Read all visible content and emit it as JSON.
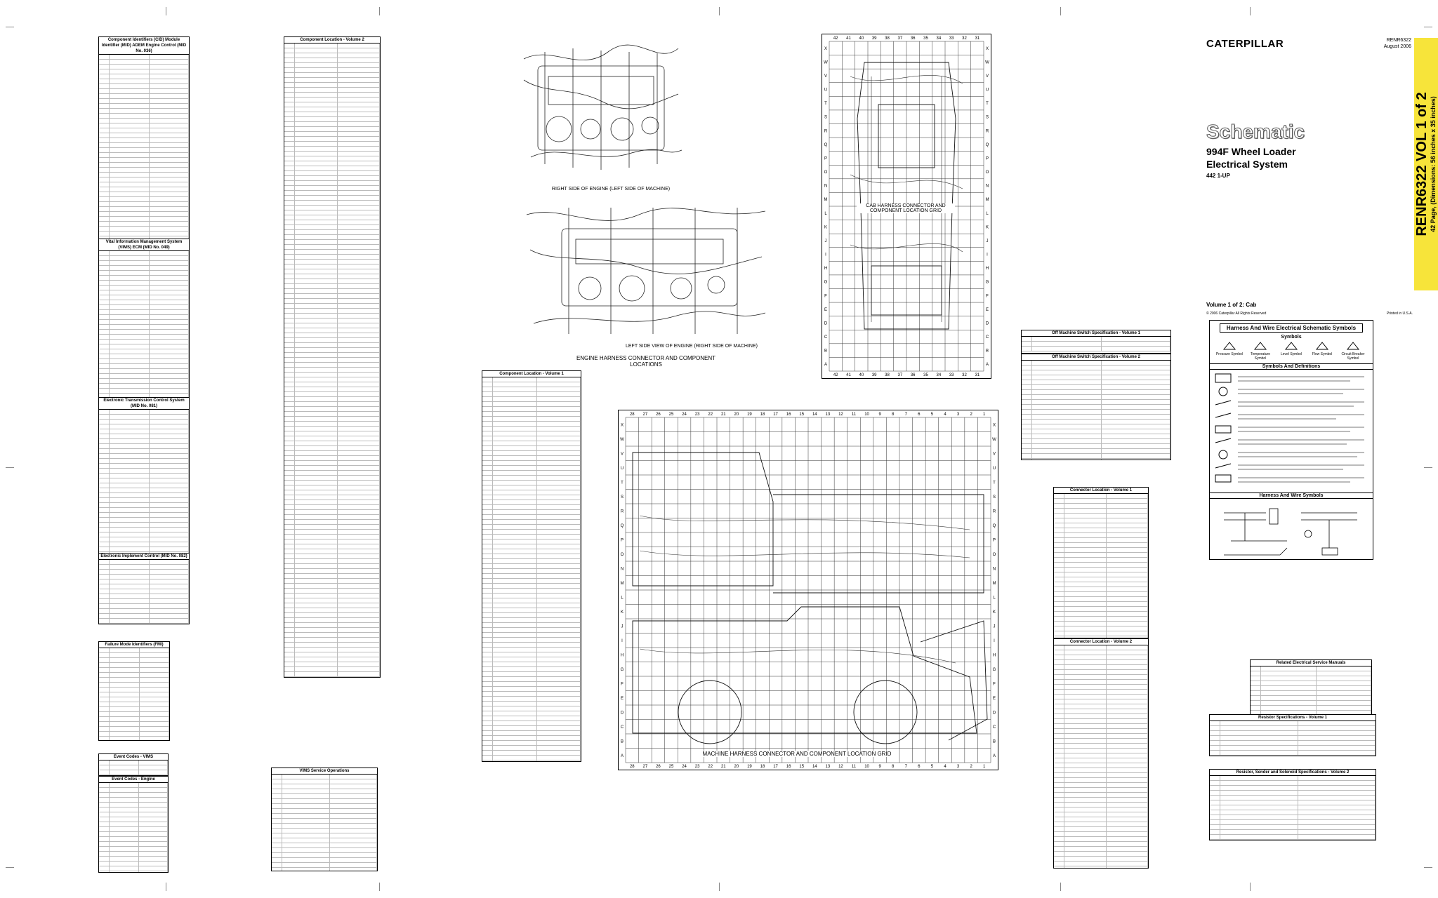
{
  "cover": {
    "brand": "CATERPILLAR",
    "doc_number": "RENR6322",
    "doc_date": "August 2006",
    "schematic_word": "Schematic",
    "model_line1": "994F Wheel Loader",
    "model_line2": "Electrical System",
    "serial": "442 1-UP",
    "volume": "Volume 1 of 2: Cab",
    "copyright": "© 2006 Caterpillar All Rights Reserved",
    "printed": "Printed in U.S.A.",
    "side_tab_main": "RENR6322 VOL 1 of 2",
    "side_tab_sub": "42 Page, (Dimensions: 56 inches x 35 inches)",
    "tab_color": "#f7e43a"
  },
  "tables": {
    "cid_title": "Component Identifiers (CID) Module Identifier (MID) ADEM Engine Control (MID No. 036)",
    "vims_title": "Vital Information Management System (VIMS) ECM (MID No. 049)",
    "trans_title": "Electronic Transmission Control System (MID No. 081)",
    "impl_title": "Electronic Implement Control (MID No. 082)",
    "fmi_title": "Failure Mode Identifiers (FMI)",
    "event_vims_title": "Event Codes - VIMS",
    "event_engine_title": "Event Codes - Engine",
    "loc_vol2_title": "Component Location - Volume 2",
    "loc_vol1_title": "Component Location - Volume 1",
    "vims_ops_title": "VIMS Service Operations",
    "switch_vol1_title": "Off Machine Switch Specification - Volume 1",
    "switch_vol2_title": "Off Machine Switch Specification - Volume 2",
    "conn_vol1_title": "Connector Location - Volume 1",
    "conn_vol2_title": "Connector Location - Volume 2",
    "manuals_title": "Related Electrical Service Manuals",
    "resistor_title": "Resistor Specifications - Volume 1",
    "sender_title": "Resistor, Sender and Solenoid Specifications - Volume 2"
  },
  "legend": {
    "title": "Harness And Wire Electrical Schematic Symbols",
    "symbols_heading": "Symbols",
    "symbols": [
      "Pressure Symbol",
      "Temperature Symbol",
      "Level Symbol",
      "Flow Symbol",
      "Circuit Breaker Symbol"
    ],
    "defs_heading": "Symbols And Definitions",
    "hw_heading": "Harness And Wire Symbols"
  },
  "captions": {
    "engine_right": "RIGHT SIDE OF ENGINE (LEFT SIDE OF MACHINE)",
    "engine_left": "LEFT SIDE VIEW OF ENGINE (RIGHT SIDE OF MACHINE)",
    "engine_main": "ENGINE HARNESS CONNECTOR AND COMPONENT LOCATIONS",
    "cab_grid": "CAB HARNESS CONNECTOR AND COMPONENT LOCATION GRID",
    "machine_grid": "MACHINE HARNESS CONNECTOR AND COMPONENT LOCATION GRID"
  },
  "cab_grid": {
    "cols": [
      "42",
      "41",
      "40",
      "39",
      "38",
      "37",
      "36",
      "35",
      "34",
      "33",
      "32",
      "31"
    ],
    "rows": [
      "X",
      "W",
      "V",
      "U",
      "T",
      "S",
      "R",
      "Q",
      "P",
      "O",
      "N",
      "M",
      "L",
      "K",
      "J",
      "I",
      "H",
      "G",
      "F",
      "E",
      "D",
      "C",
      "B",
      "A"
    ]
  },
  "machine_grid": {
    "cols": [
      "28",
      "27",
      "26",
      "25",
      "24",
      "23",
      "22",
      "21",
      "20",
      "19",
      "18",
      "17",
      "16",
      "15",
      "14",
      "13",
      "12",
      "11",
      "10",
      "9",
      "8",
      "7",
      "6",
      "5",
      "4",
      "3",
      "2",
      "1"
    ],
    "rows": [
      "X",
      "W",
      "V",
      "U",
      "T",
      "S",
      "R",
      "Q",
      "P",
      "O",
      "N",
      "M",
      "L",
      "K",
      "J",
      "I",
      "H",
      "G",
      "F",
      "E",
      "D",
      "C",
      "B",
      "A"
    ]
  }
}
